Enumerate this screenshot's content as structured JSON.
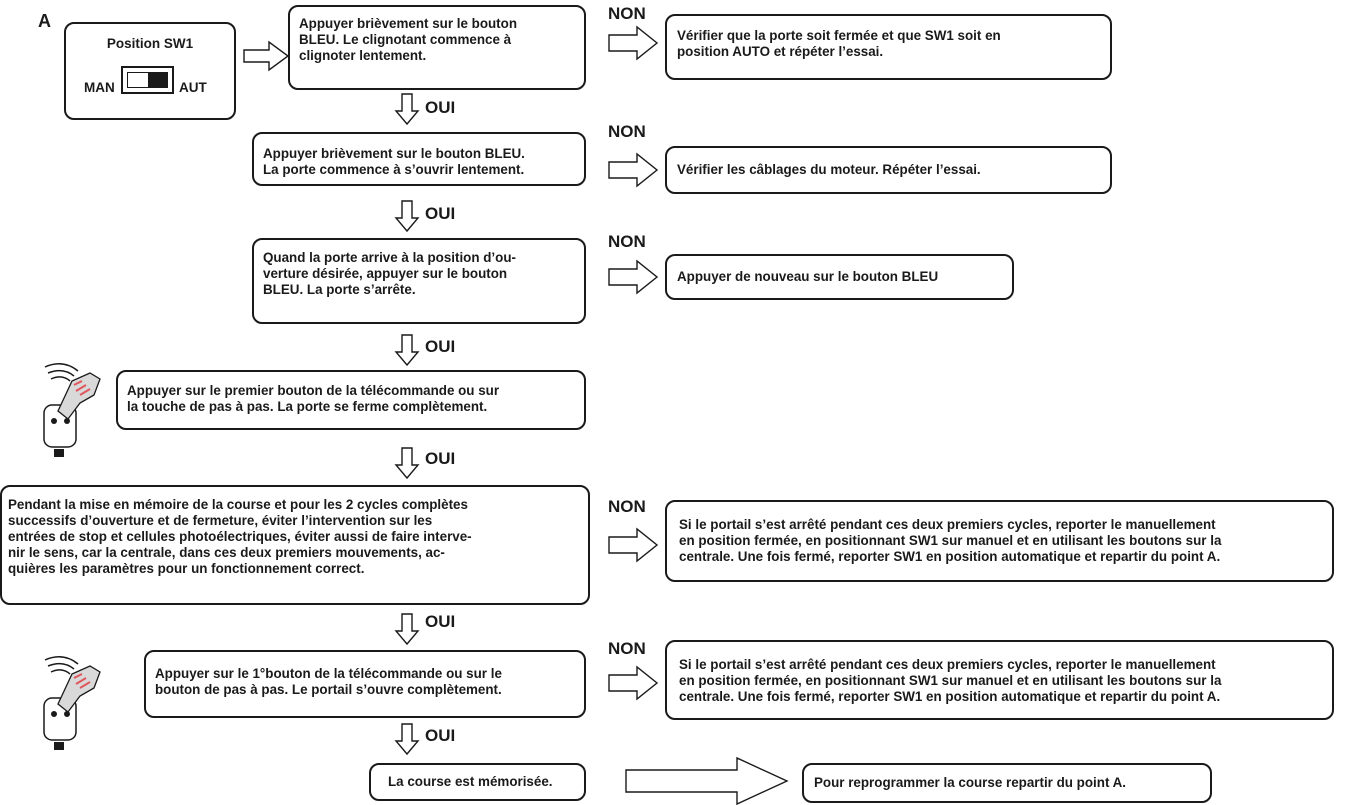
{
  "point_label": "A",
  "sw1": {
    "title": "Position SW1",
    "man": "MAN",
    "aut": "AUT"
  },
  "steps": [
    "Appuyer brièvement sur le bouton\nBLEU. Le clignotant commence à\nclignoter lentement.",
    "Appuyer brièvement sur le bouton BLEU.\nLa porte commence à s’ouvrir lentement.",
    "Quand la porte arrive à la position d’ou-\nverture désirée, appuyer sur le bouton\nBLEU. La porte s’arrête.",
    "Appuyer sur le premier bouton de la télécommande ou sur\nla touche de pas à pas. La porte se ferme complètement.",
    "Pendant la mise en mémoire de la course et pour les 2 cycles complètes\nsuccessifs d’ouverture et de fermeture, éviter l’intervention sur les\nentrées de stop et cellules photoélectriques, éviter aussi de faire interve-\nnir le sens, car la centrale, dans ces deux premiers mouvements, ac-\nquières les paramètres pour un fonctionnement correct.",
    "Appuyer sur le 1°bouton de la télécommande ou sur  le\nbouton de pas à pas. Le portail s’ouvre complètement.",
    "La course est mémorisée."
  ],
  "non_results": [
    "Vérifier que la porte soit fermée et que SW1 soit en\nposition AUTO et répéter l’essai.",
    "Vérifier les câblages du moteur. Répéter l’essai.",
    "Appuyer de nouveau sur le bouton BLEU",
    "Si le portail s’est arrêté pendant ces deux premiers cycles, reporter le manuellement\nen position fermée, en positionnant SW1 sur manuel et en utilisant les boutons sur la\ncentrale. Une fois fermé, reporter SW1 en position automatique et repartir du point A.",
    "Si le portail s’est arrêté pendant ces deux premiers cycles, reporter le manuellement\nen position fermée, en positionnant SW1 sur manuel et en utilisant les boutons sur la\ncentrale. Une fois fermé, reporter SW1 en position automatique et repartir du point A."
  ],
  "final_result": "Pour reprogrammer la course repartir du point A.",
  "yes_label": "OUI",
  "no_label": "NON",
  "icons": [
    "remote-control-icon",
    "remote-control-icon"
  ]
}
